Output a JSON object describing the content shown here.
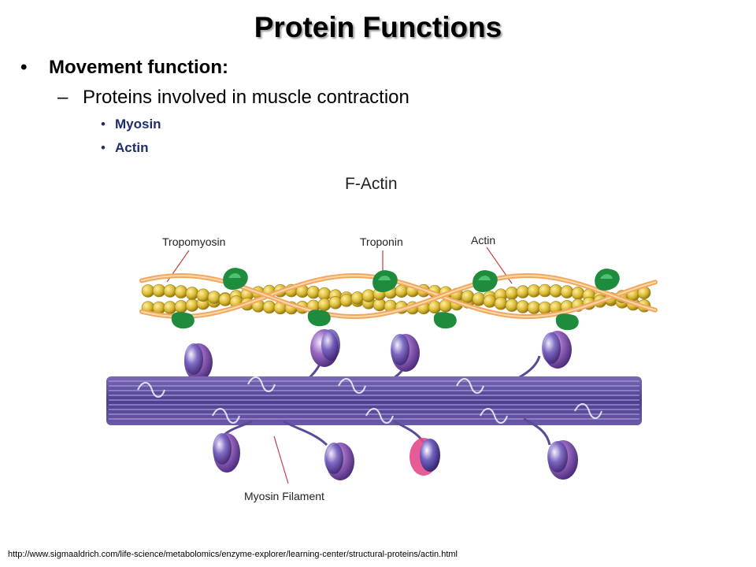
{
  "slide": {
    "title": "Protein Functions",
    "bullet1": {
      "marker": "•",
      "text": "Movement function:"
    },
    "bullet2": {
      "marker": "–",
      "text": "Proteins involved in muscle contraction"
    },
    "bullet3": [
      {
        "marker": "•",
        "text": "Myosin"
      },
      {
        "marker": "•",
        "text": "Actin"
      }
    ]
  },
  "diagram": {
    "heading": "F-Actin",
    "labels": {
      "tropomyosin": "Tropomyosin",
      "troponin": "Troponin",
      "actin": "Actin",
      "myosin_filament": "Myosin Filament"
    },
    "colors": {
      "actin_bead": "#d8b830",
      "tropomyosin": "#f0a860",
      "troponin": "#1e8c3c",
      "myosin_filament": "#5a4a98",
      "myosin_head": "#9a6ac0",
      "leader_line": "#c04040"
    }
  },
  "footer": {
    "source_url": "http://www.sigmaaldrich.com/life-science/metabolomics/enzyme-explorer/learning-center/structural-proteins/actin.html"
  }
}
